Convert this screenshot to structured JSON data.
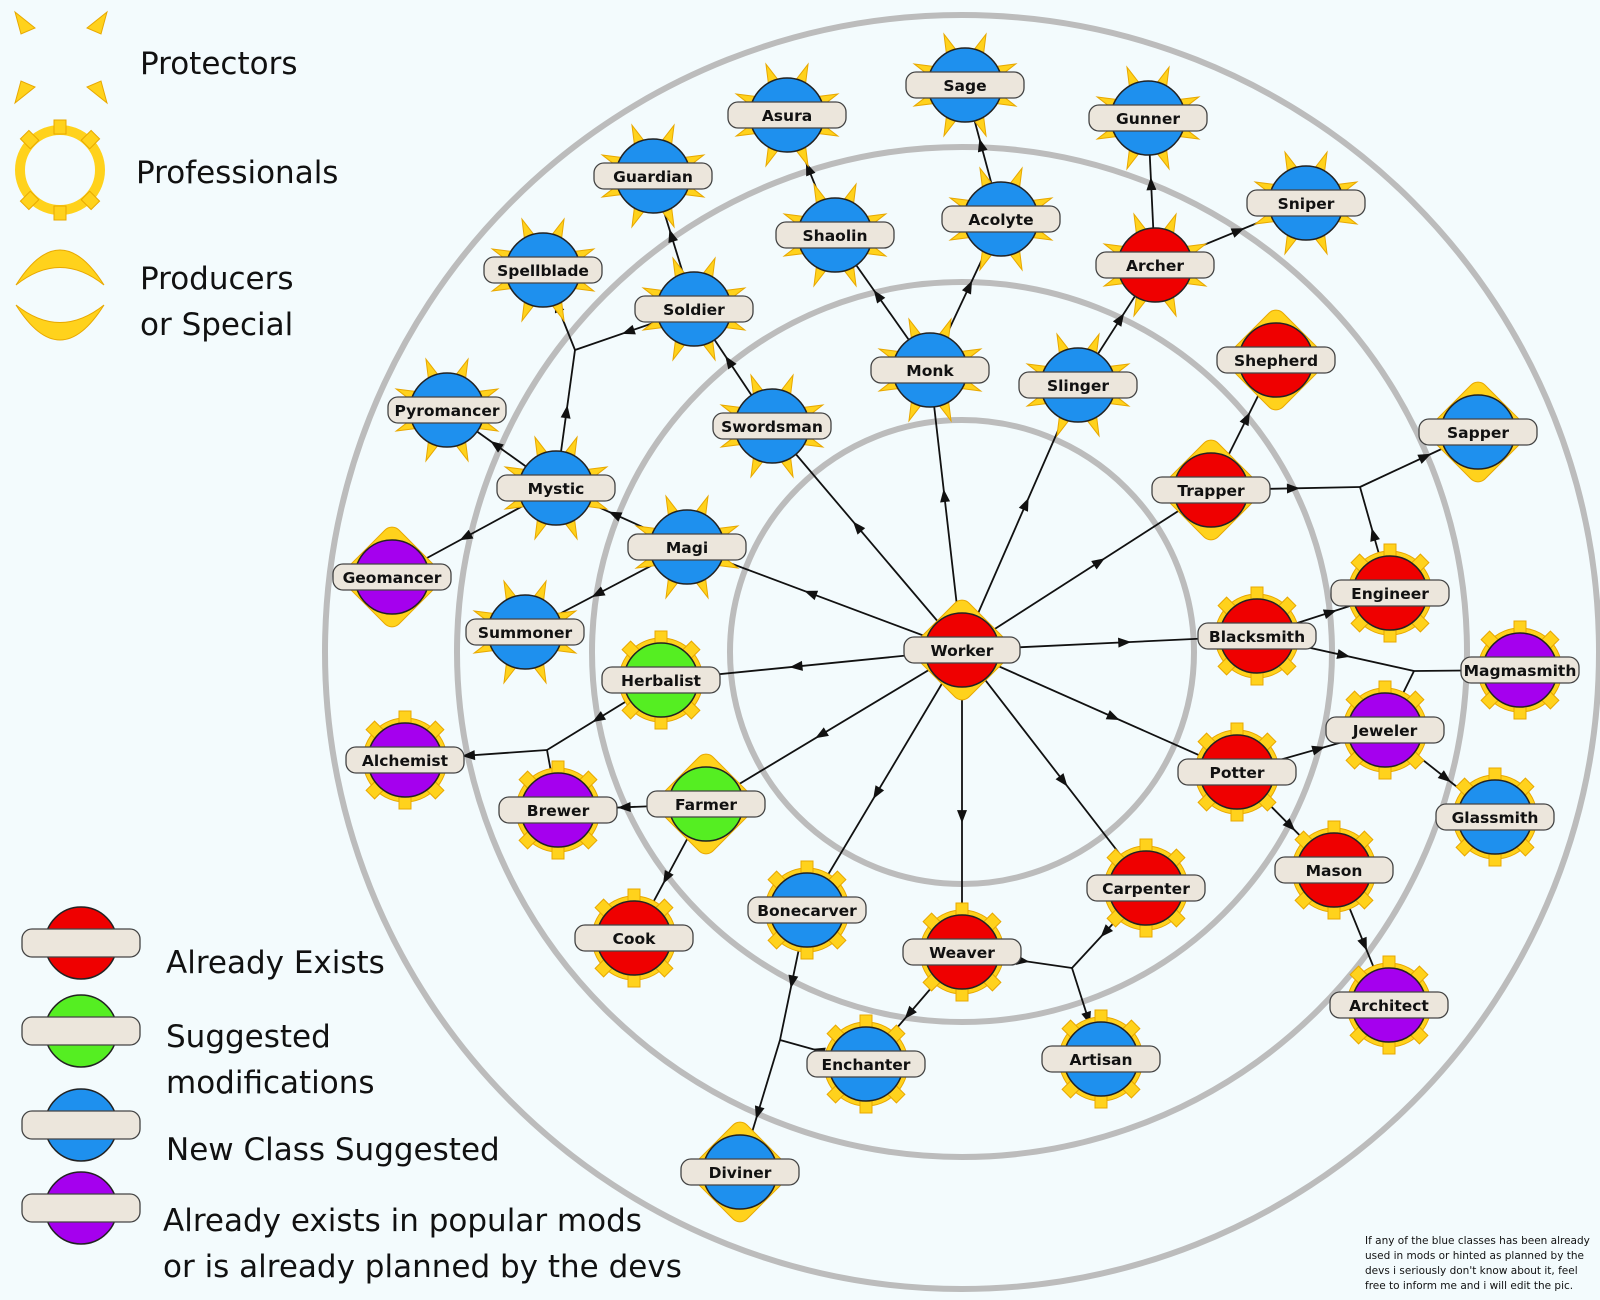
{
  "legend": {
    "shapes": [
      {
        "id": "protector",
        "label": "Protectors"
      },
      {
        "id": "professional",
        "label": "Professionals"
      },
      {
        "id": "producer",
        "label_line1": "Producers",
        "label_line2": "or Special"
      }
    ],
    "colors": [
      {
        "id": "exists",
        "color": "#ef0000",
        "label": "Already Exists"
      },
      {
        "id": "suggested",
        "color": "#55ee22",
        "label_line1": "Suggested",
        "label_line2": "modifications"
      },
      {
        "id": "new",
        "color": "#1e90ee",
        "label": "New Class Suggested"
      },
      {
        "id": "mods",
        "color": "#a500ee",
        "label_line1": "Already exists in popular mods",
        "label_line2": "or is already planned by the devs"
      }
    ]
  },
  "note": "If any of the blue classes has been already used in mods or hinted as planned by the devs i seriously don't know about it, feel free to inform me and i will edit the pic.",
  "colors": {
    "exists": "#ef0000",
    "suggested": "#55ee22",
    "new": "#1e90ee",
    "mods": "#a500ee",
    "ring": "#bcbcbc",
    "ray": "#ffd21c",
    "label_bg": "#ece6dc"
  },
  "nodes": [
    {
      "id": "worker",
      "name": "Worker",
      "color": "exists",
      "shape": "producer"
    },
    {
      "id": "monk",
      "name": "Monk",
      "color": "new",
      "shape": "protector"
    },
    {
      "id": "slinger",
      "name": "Slinger",
      "color": "new",
      "shape": "protector"
    },
    {
      "id": "swordsman",
      "name": "Swordsman",
      "color": "new",
      "shape": "protector"
    },
    {
      "id": "magi",
      "name": "Magi",
      "color": "new",
      "shape": "protector"
    },
    {
      "id": "trapper",
      "name": "Trapper",
      "color": "exists",
      "shape": "producer"
    },
    {
      "id": "shepherd",
      "name": "Shepherd",
      "color": "exists",
      "shape": "producer"
    },
    {
      "id": "herbalist",
      "name": "Herbalist",
      "color": "suggested",
      "shape": "professional"
    },
    {
      "id": "farmer",
      "name": "Farmer",
      "color": "suggested",
      "shape": "producer"
    },
    {
      "id": "blacksmith",
      "name": "Blacksmith",
      "color": "exists",
      "shape": "professional"
    },
    {
      "id": "potter",
      "name": "Potter",
      "color": "exists",
      "shape": "professional"
    },
    {
      "id": "carpenter",
      "name": "Carpenter",
      "color": "exists",
      "shape": "professional"
    },
    {
      "id": "weaver",
      "name": "Weaver",
      "color": "exists",
      "shape": "professional"
    },
    {
      "id": "bonecarver",
      "name": "Bonecarver",
      "color": "new",
      "shape": "professional"
    },
    {
      "id": "shaolin",
      "name": "Shaolin",
      "color": "new",
      "shape": "protector"
    },
    {
      "id": "acolyte",
      "name": "Acolyte",
      "color": "new",
      "shape": "protector"
    },
    {
      "id": "archer",
      "name": "Archer",
      "color": "exists",
      "shape": "protector"
    },
    {
      "id": "soldier",
      "name": "Soldier",
      "color": "new",
      "shape": "protector"
    },
    {
      "id": "mystic",
      "name": "Mystic",
      "color": "new",
      "shape": "protector"
    },
    {
      "id": "summoner",
      "name": "Summoner",
      "color": "new",
      "shape": "protector"
    },
    {
      "id": "engineer",
      "name": "Engineer",
      "color": "exists",
      "shape": "professional"
    },
    {
      "id": "jeweler",
      "name": "Jeweler",
      "color": "mods",
      "shape": "professional"
    },
    {
      "id": "mason",
      "name": "Mason",
      "color": "exists",
      "shape": "professional"
    },
    {
      "id": "enchanter",
      "name": "Enchanter",
      "color": "new",
      "shape": "professional"
    },
    {
      "id": "artisan",
      "name": "Artisan",
      "color": "new",
      "shape": "professional"
    },
    {
      "id": "cook",
      "name": "Cook",
      "color": "exists",
      "shape": "professional"
    },
    {
      "id": "brewer",
      "name": "Brewer",
      "color": "mods",
      "shape": "professional"
    },
    {
      "id": "sage",
      "name": "Sage",
      "color": "new",
      "shape": "protector"
    },
    {
      "id": "asura",
      "name": "Asura",
      "color": "new",
      "shape": "protector"
    },
    {
      "id": "gunner",
      "name": "Gunner",
      "color": "new",
      "shape": "protector"
    },
    {
      "id": "sniper",
      "name": "Sniper",
      "color": "new",
      "shape": "protector"
    },
    {
      "id": "guardian",
      "name": "Guardian",
      "color": "new",
      "shape": "protector"
    },
    {
      "id": "spellblade",
      "name": "Spellblade",
      "color": "new",
      "shape": "protector"
    },
    {
      "id": "pyromancer",
      "name": "Pyromancer",
      "color": "new",
      "shape": "protector"
    },
    {
      "id": "geomancer",
      "name": "Geomancer",
      "color": "mods",
      "shape": "producer"
    },
    {
      "id": "sapper",
      "name": "Sapper",
      "color": "new",
      "shape": "producer"
    },
    {
      "id": "magmasmith",
      "name": "Magmasmith",
      "color": "mods",
      "shape": "professional"
    },
    {
      "id": "glassmith",
      "name": "Glassmith",
      "color": "new",
      "shape": "professional"
    },
    {
      "id": "alchemist",
      "name": "Alchemist",
      "color": "mods",
      "shape": "professional"
    },
    {
      "id": "architect",
      "name": "Architect",
      "color": "mods",
      "shape": "professional"
    },
    {
      "id": "diviner",
      "name": "Diviner",
      "color": "new",
      "shape": "producer"
    }
  ],
  "edges": [
    [
      "worker",
      "monk"
    ],
    [
      "worker",
      "slinger"
    ],
    [
      "worker",
      "swordsman"
    ],
    [
      "worker",
      "magi"
    ],
    [
      "worker",
      "trapper"
    ],
    [
      "worker",
      "herbalist"
    ],
    [
      "worker",
      "farmer"
    ],
    [
      "worker",
      "blacksmith"
    ],
    [
      "worker",
      "potter"
    ],
    [
      "worker",
      "carpenter"
    ],
    [
      "worker",
      "weaver"
    ],
    [
      "worker",
      "bonecarver"
    ],
    [
      "monk",
      "shaolin"
    ],
    [
      "monk",
      "acolyte"
    ],
    [
      "slinger",
      "archer"
    ],
    [
      "swordsman",
      "soldier"
    ],
    [
      "magi",
      "mystic"
    ],
    [
      "magi",
      "summoner"
    ],
    [
      "trapper",
      "shepherd"
    ],
    [
      "farmer",
      "cook"
    ],
    [
      "farmer",
      "brewer"
    ],
    [
      "blacksmith",
      "engineer"
    ],
    [
      "potter",
      "jeweler"
    ],
    [
      "potter",
      "mason"
    ],
    [
      "carpenter",
      "j1"
    ],
    [
      "weaver",
      "j1"
    ],
    [
      "weaver",
      "enchanter"
    ],
    [
      "shaolin",
      "asura"
    ],
    [
      "acolyte",
      "sage"
    ],
    [
      "archer",
      "gunner"
    ],
    [
      "archer",
      "sniper"
    ],
    [
      "soldier",
      "guardian"
    ],
    [
      "mystic",
      "pyromancer"
    ],
    [
      "mystic",
      "geomancer"
    ],
    [
      "soldier",
      "j2"
    ],
    [
      "mystic",
      "j2"
    ],
    [
      "trapper",
      "j3"
    ],
    [
      "engineer",
      "j3"
    ],
    [
      "blacksmith",
      "j4"
    ],
    [
      "jeweler",
      "j4"
    ],
    [
      "jeweler",
      "glassmith"
    ],
    [
      "mason",
      "architect"
    ],
    [
      "herbalist",
      "j5"
    ],
    [
      "brewer",
      "j5"
    ],
    [
      "bonecarver",
      "j6"
    ],
    [
      "enchanter",
      "j6"
    ],
    [
      "j1",
      "artisan"
    ],
    [
      "j2",
      "spellblade"
    ],
    [
      "j3",
      "sapper"
    ],
    [
      "j4",
      "magmasmith"
    ],
    [
      "j5",
      "alchemist"
    ],
    [
      "j6",
      "diviner"
    ]
  ]
}
